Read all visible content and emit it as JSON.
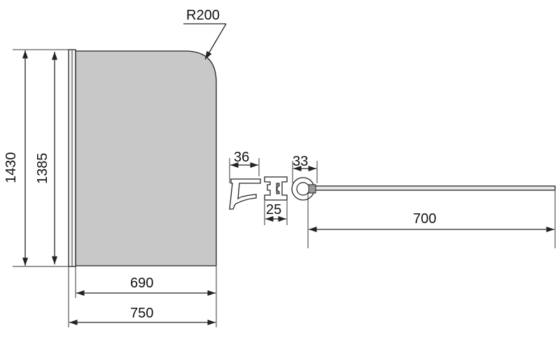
{
  "dimensions": {
    "radius_label": "R200",
    "total_height": "1430",
    "glass_height": "1385",
    "glass_width": "690",
    "total_width": "750",
    "wall_profile_depth": "36",
    "profile_width": "25",
    "hinge_diameter": "33",
    "swing_length": "700"
  },
  "colors": {
    "glass_fill": "#c8c8c8",
    "line": "#222222"
  }
}
